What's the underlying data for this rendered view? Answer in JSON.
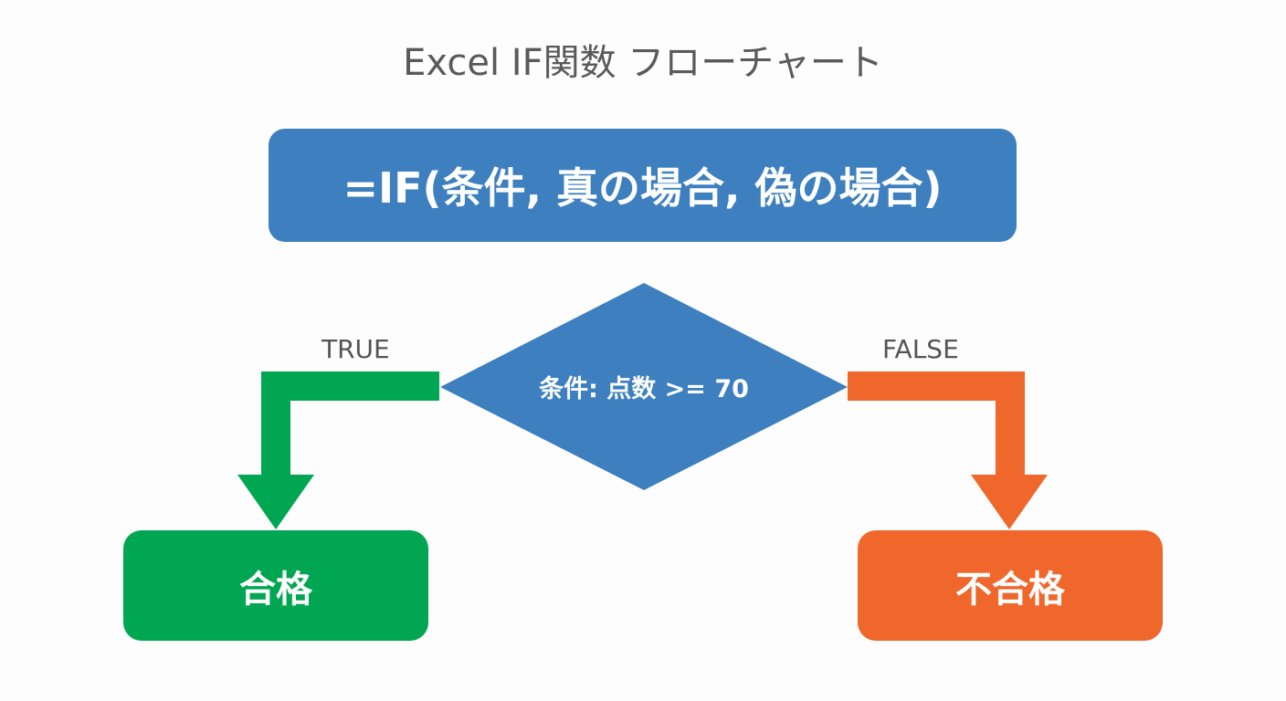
{
  "title": "Excel IF関数 フローチャート",
  "formula": {
    "text": "=IF(条件, 真の場合, 偽の場合)",
    "color": "#3d7fbf"
  },
  "decision": {
    "text": "条件: 点数 >= 70",
    "color": "#3d7fbf"
  },
  "branches": {
    "true": {
      "label": "TRUE",
      "color": "#00a651",
      "result": "合格"
    },
    "false": {
      "label": "FALSE",
      "color": "#f0672b",
      "result": "不合格"
    }
  }
}
